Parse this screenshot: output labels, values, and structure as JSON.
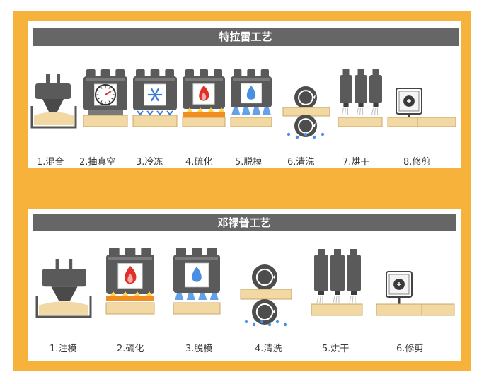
{
  "processes": [
    {
      "title": "特拉雷工艺",
      "steps": [
        {
          "label": "1.混合",
          "icon": "mixing-nozzle-icon"
        },
        {
          "label": "2.抽真空",
          "icon": "vacuum-gauge-icon"
        },
        {
          "label": "3.冷冻",
          "icon": "snowflake-icon"
        },
        {
          "label": "4.硫化",
          "icon": "flame-icon"
        },
        {
          "label": "5.脱模",
          "icon": "water-drop-icon"
        },
        {
          "label": "6.清洗",
          "icon": "washing-rollers-icon"
        },
        {
          "label": "7.烘干",
          "icon": "drying-blowers-icon"
        },
        {
          "label": "8.修剪",
          "icon": "trimming-cutter-icon"
        }
      ]
    },
    {
      "title": "邓禄普工艺",
      "steps": [
        {
          "label": "1.注模",
          "icon": "injection-nozzle-icon"
        },
        {
          "label": "2.硫化",
          "icon": "flame-icon"
        },
        {
          "label": "3.脱模",
          "icon": "water-drop-icon"
        },
        {
          "label": "4.清洗",
          "icon": "washing-rollers-icon"
        },
        {
          "label": "5.烘干",
          "icon": "drying-blowers-icon"
        },
        {
          "label": "6.修剪",
          "icon": "trimming-cutter-icon"
        }
      ]
    }
  ],
  "colors": {
    "frame": "#f6b23a",
    "banner": "#666666",
    "machine": "#5a5a5a",
    "latex": "#f2d9a4",
    "heat": "#f28c1e",
    "flame": "#e0302a",
    "water": "#4a90e2",
    "ice": "#3b7ad9"
  }
}
